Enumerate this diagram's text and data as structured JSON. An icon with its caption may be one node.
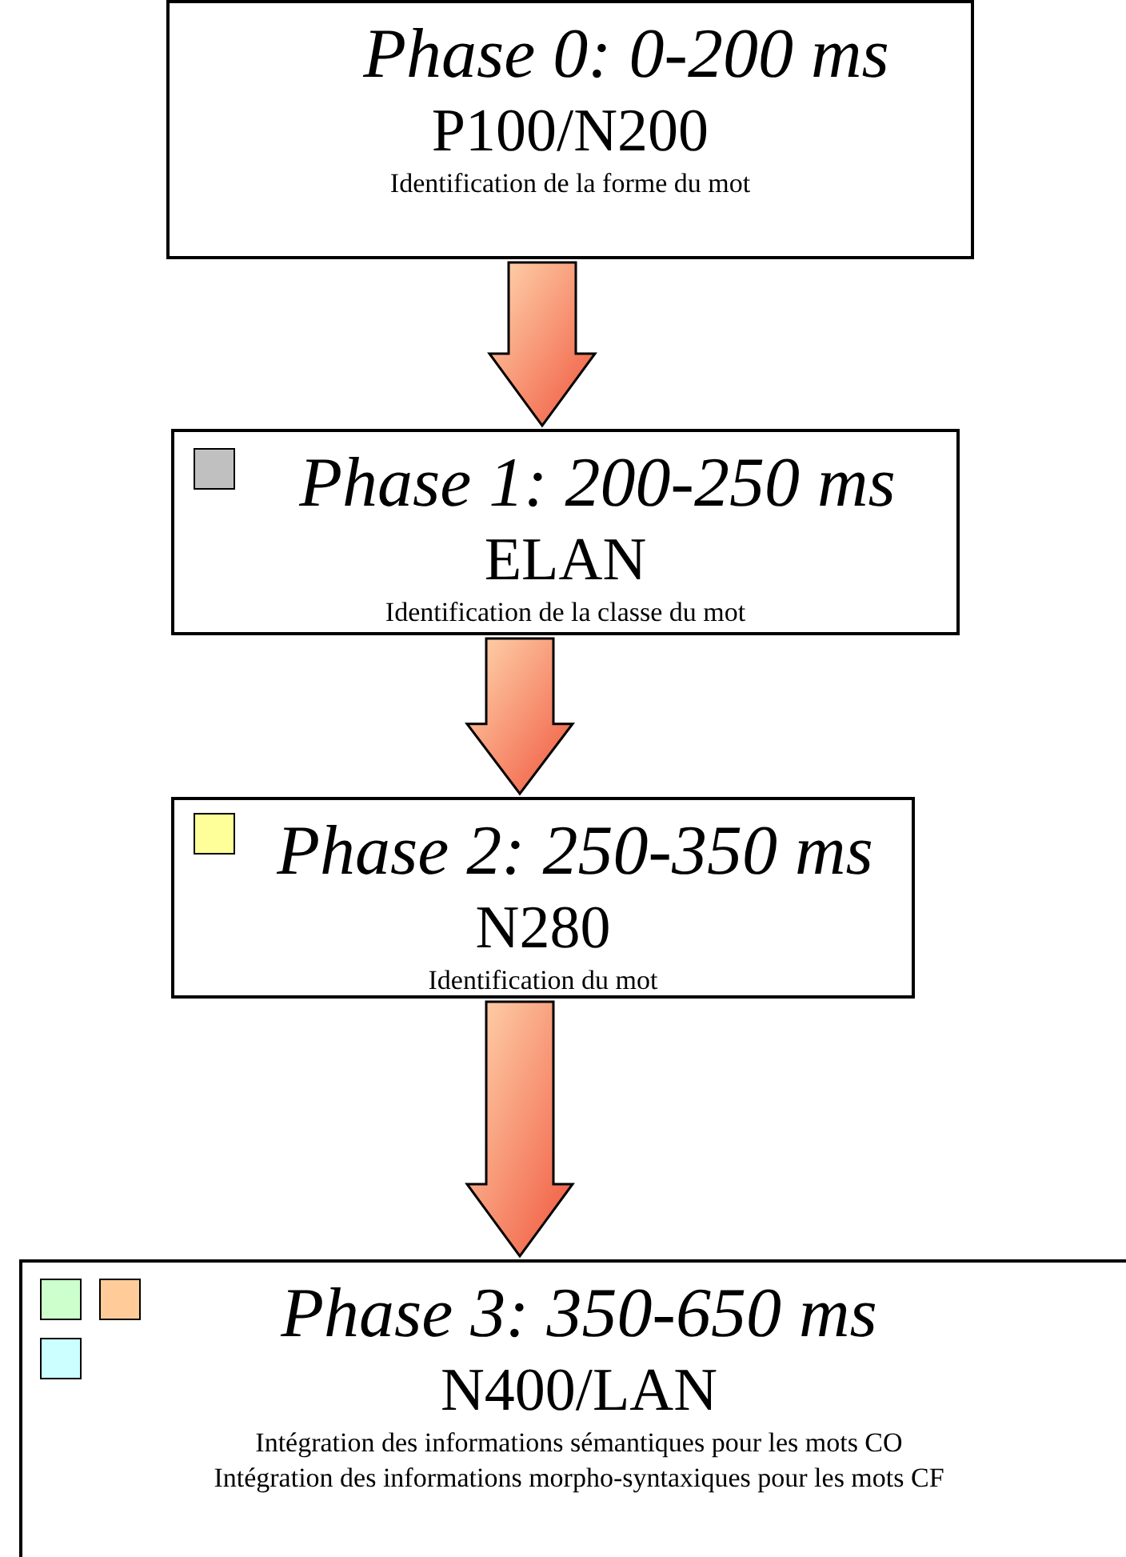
{
  "diagram": {
    "nodes": [
      {
        "text": [
          "Phase 0:  0-200 ms",
          "P100/N200",
          "Identification de la forme du mot"
        ]
      },
      {
        "text": [
          "Phase 1: 200-250 ms",
          "ELAN",
          "Identification de la classe du mot"
        ]
      },
      {
        "text": [
          "Phase 2: 250-350 ms",
          "N280",
          "Identification du mot"
        ]
      },
      {
        "text": [
          "Phase 3: 350-650 ms",
          "N400/LAN",
          "Intégration des informations sémantiques pour les mots CO",
          "Intégration des informations morpho-syntaxiques pour les mots CF"
        ]
      }
    ],
    "edges": [
      {
        "from": 0,
        "to": 1,
        "arrow": "to"
      },
      {
        "from": 1,
        "to": 2,
        "arrow": "to"
      },
      {
        "from": 2,
        "to": 3,
        "arrow": "to"
      }
    ]
  }
}
